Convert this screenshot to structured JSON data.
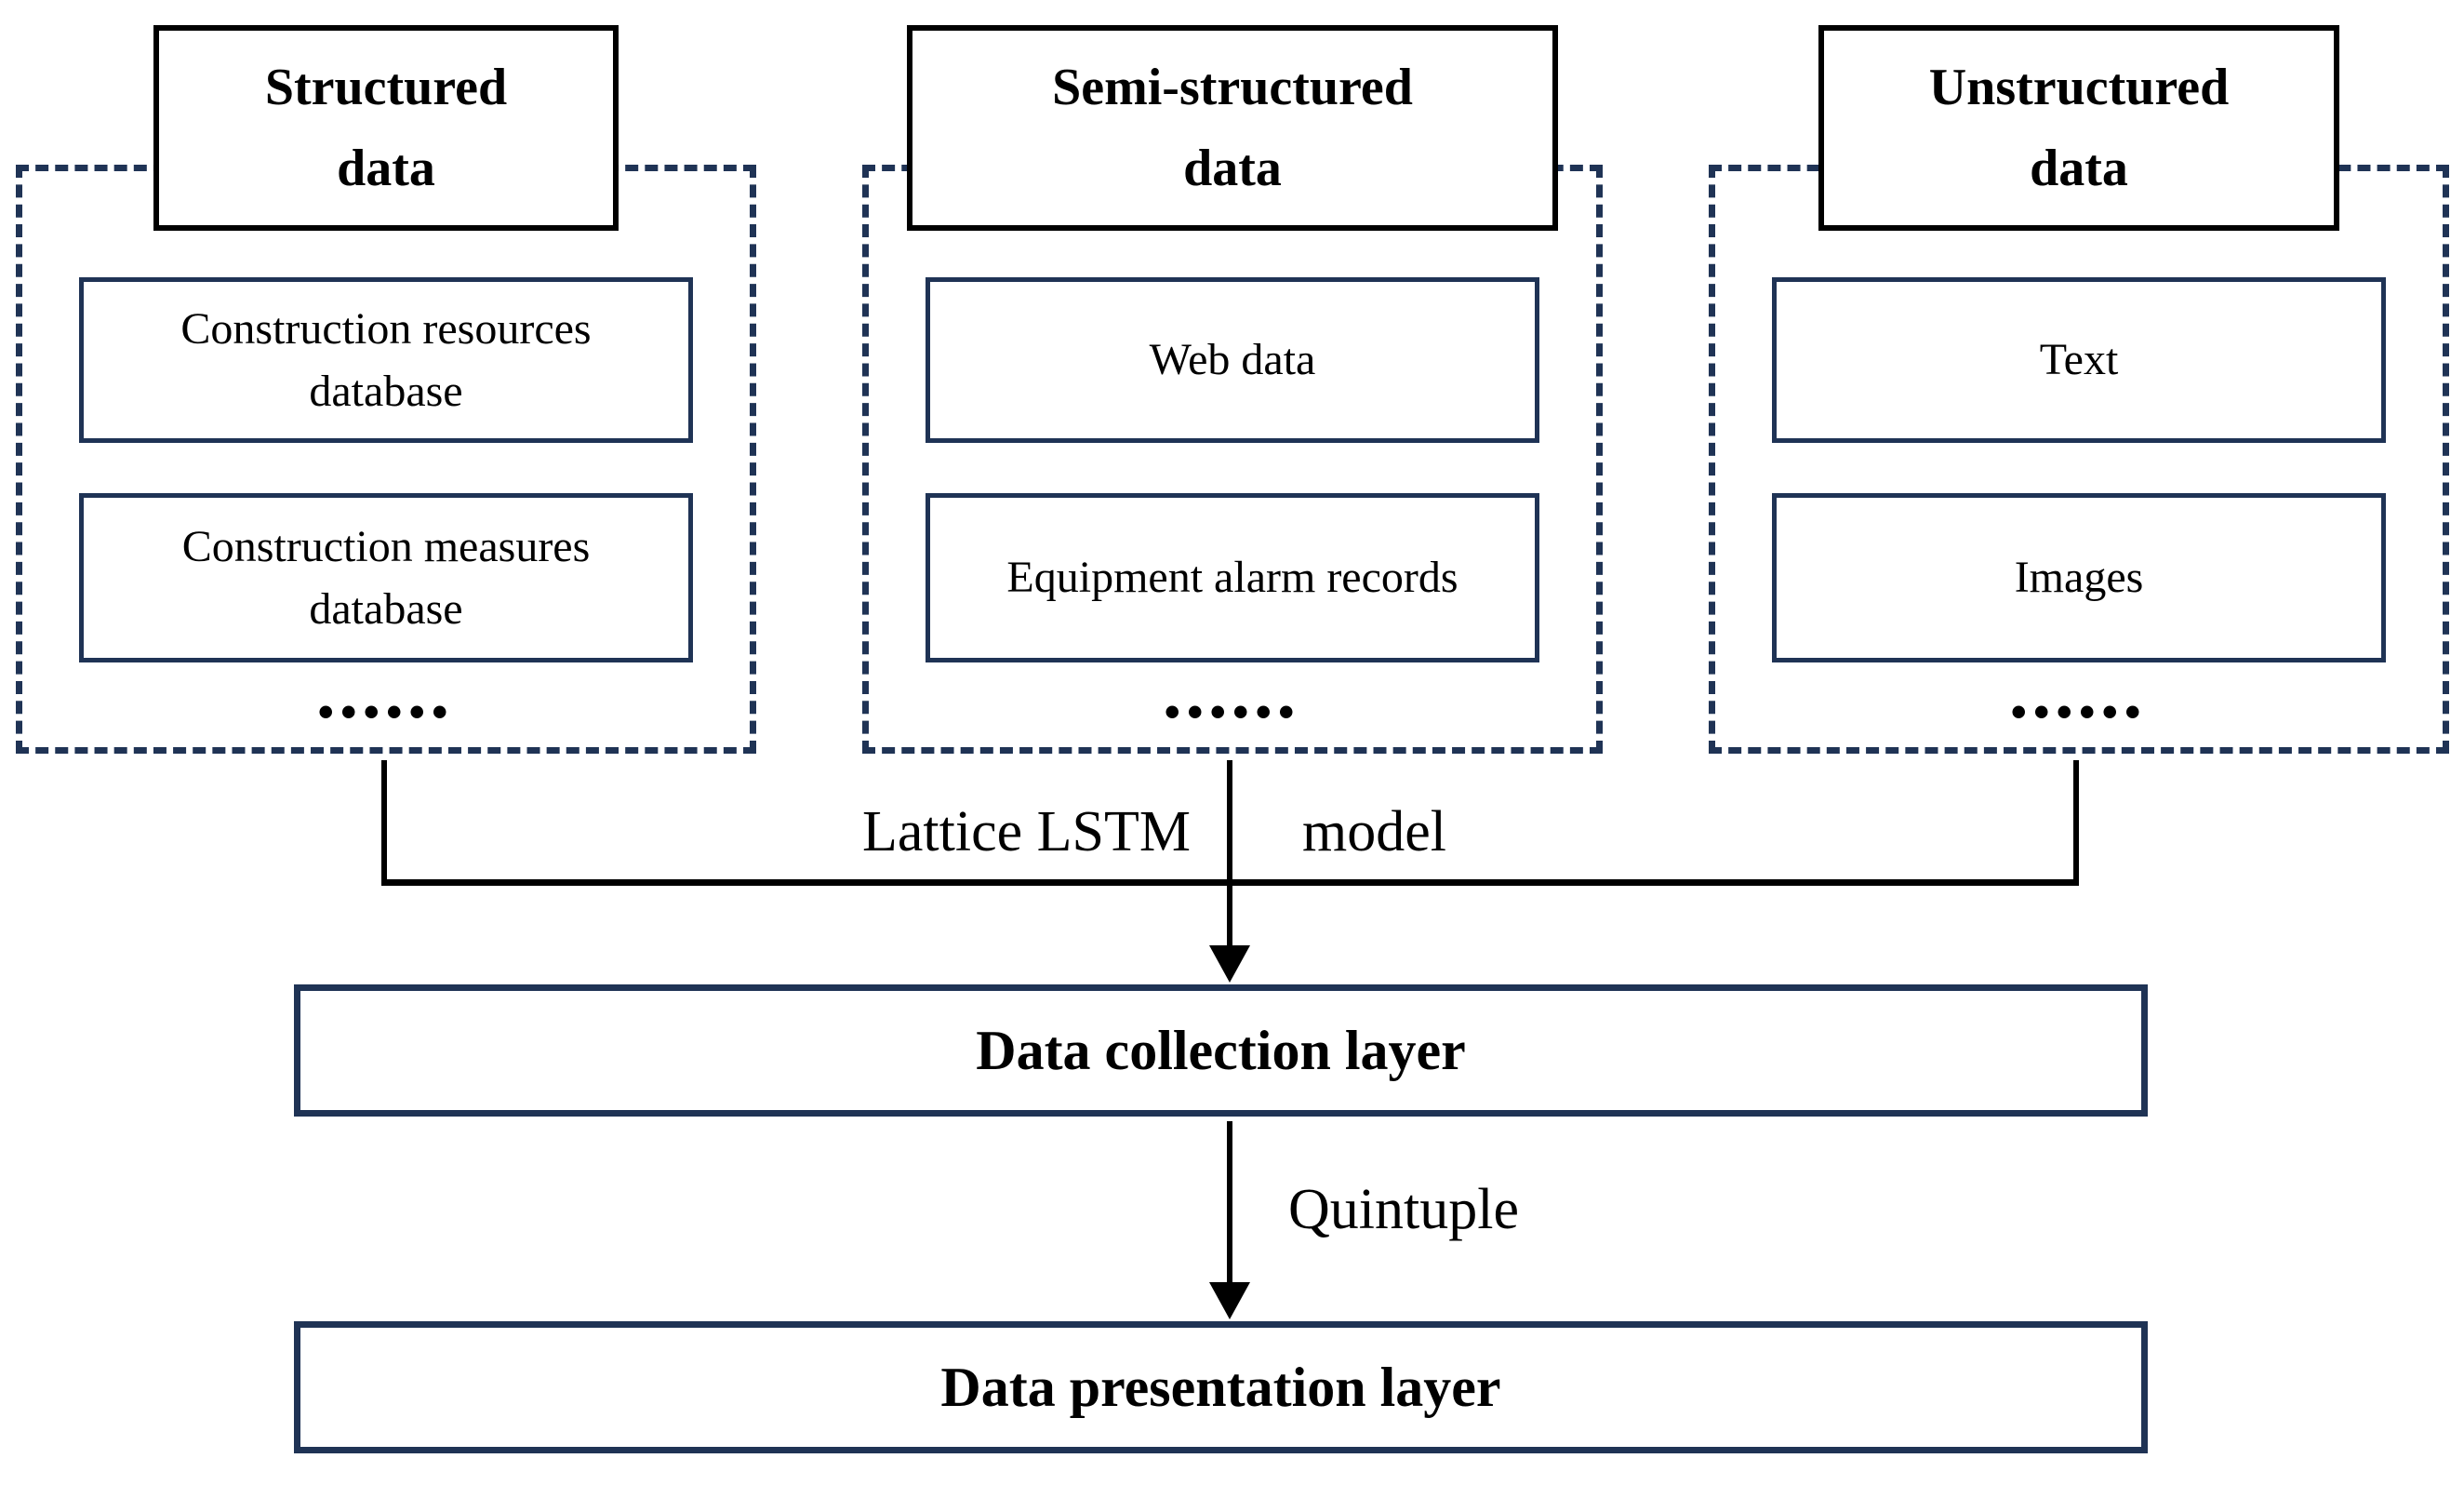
{
  "diagram": {
    "columns": [
      {
        "title": "Structured data",
        "title_lines": [
          "Structured",
          "data"
        ],
        "items": [
          "Construction resources database",
          "Construction measures database"
        ],
        "more": "••••••"
      },
      {
        "title": "Semi-structured data",
        "title_lines": [
          "Semi-structured",
          "data"
        ],
        "items": [
          "Web data",
          "Equipment alarm records"
        ],
        "more": "••••••"
      },
      {
        "title": "Unstructured data",
        "title_lines": [
          "Unstructured",
          "data"
        ],
        "items": [
          "Text",
          "Images"
        ],
        "more": "••••••"
      }
    ],
    "merge_labels": {
      "left": "Lattice LSTM",
      "right": "model"
    },
    "flow_label": "Quintuple",
    "layers": {
      "collection": "Data collection layer",
      "presentation": "Data presentation layer"
    },
    "colors": {
      "navy": "#1F3355",
      "black": "#000000",
      "background": "#FFFFFF"
    }
  }
}
